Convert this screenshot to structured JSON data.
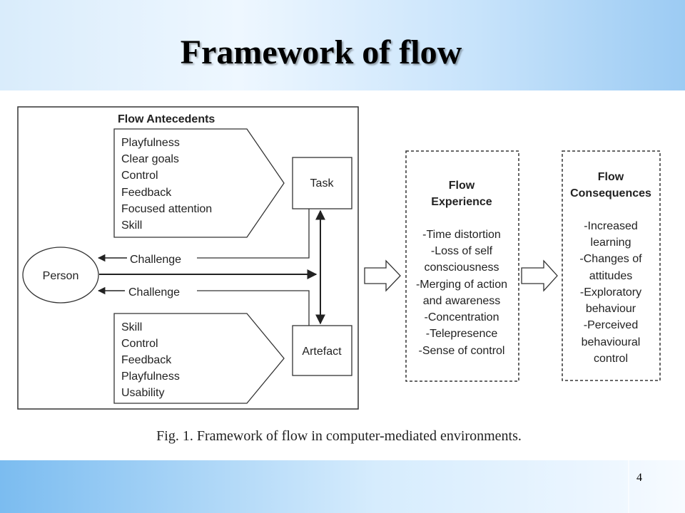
{
  "slide": {
    "title": "Framework of flow",
    "page_number": "4"
  },
  "diagram": {
    "antecedents_heading": "Flow Antecedents",
    "top_antecedents": [
      "Playfulness",
      "Clear goals",
      "Control",
      "Feedback",
      "Focused attention",
      "Skill"
    ],
    "bottom_antecedents": [
      "Skill",
      "Control",
      "Feedback",
      "Playfulness",
      "Usability"
    ],
    "task_label": "Task",
    "artefact_label": "Artefact",
    "person_label": "Person",
    "challenge_top": "Challenge",
    "challenge_bottom": "Challenge",
    "experience_heading": [
      "Flow",
      "Experience"
    ],
    "experience_items": [
      "-Time distortion",
      "-Loss of self",
      "consciousness",
      "-Merging of action",
      "and awareness",
      "-Concentration",
      "-Telepresence",
      "-Sense of control"
    ],
    "consequences_heading": [
      "Flow",
      "Consequences"
    ],
    "consequences_items": [
      "-Increased",
      "learning",
      "-Changes of",
      "attitudes",
      "-Exploratory",
      "behaviour",
      "-Perceived",
      "behavioural",
      "control"
    ]
  },
  "caption": "Fig. 1. Framework of flow in computer-mediated environments."
}
